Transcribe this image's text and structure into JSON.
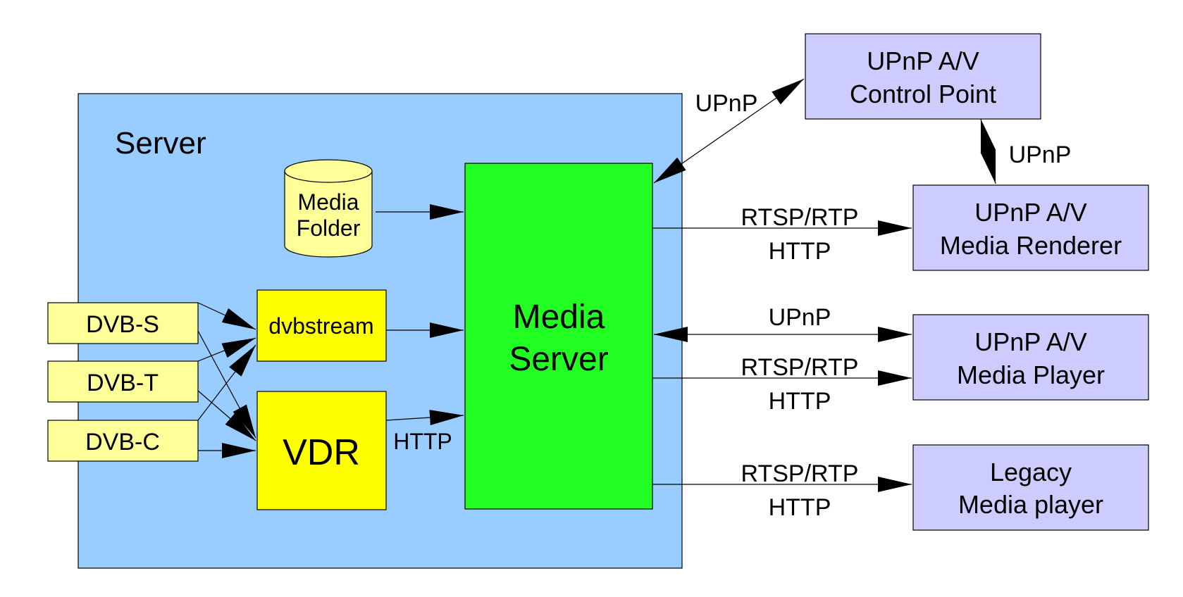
{
  "server_box": {
    "label": "Server",
    "fill": "#99ccff"
  },
  "media_folder": {
    "line1": "Media",
    "line2": "Folder",
    "fill": "#ffff99"
  },
  "dvb_sources": [
    {
      "label": "DVB-S"
    },
    {
      "label": "DVB-T"
    },
    {
      "label": "DVB-C"
    }
  ],
  "dvb_fill": "#ffff99",
  "dvbstream": {
    "label": "dvbstream",
    "fill": "#ffff00"
  },
  "vdr": {
    "label": "VDR",
    "fill": "#ffff00"
  },
  "media_server": {
    "line1": "Media",
    "line2": "Server",
    "fill": "#22ff22"
  },
  "clients": [
    {
      "line1": "UPnP A/V",
      "line2": "Control Point"
    },
    {
      "line1": "UPnP A/V",
      "line2": "Media Renderer"
    },
    {
      "line1": "UPnP A/V",
      "line2": "Media Player"
    },
    {
      "line1": "Legacy",
      "line2": "Media player"
    }
  ],
  "client_fill": "#ccccff",
  "connection_labels": {
    "vdr_to_server": "HTTP",
    "control_point_link": "UPnP",
    "control_to_renderer": "UPnP",
    "renderer_line1": "RTSP/RTP",
    "renderer_line2": "HTTP",
    "player_upnp": "UPnP",
    "player_line1": "RTSP/RTP",
    "player_line2": "HTTP",
    "legacy_line1": "RTSP/RTP",
    "legacy_line2": "HTTP"
  }
}
